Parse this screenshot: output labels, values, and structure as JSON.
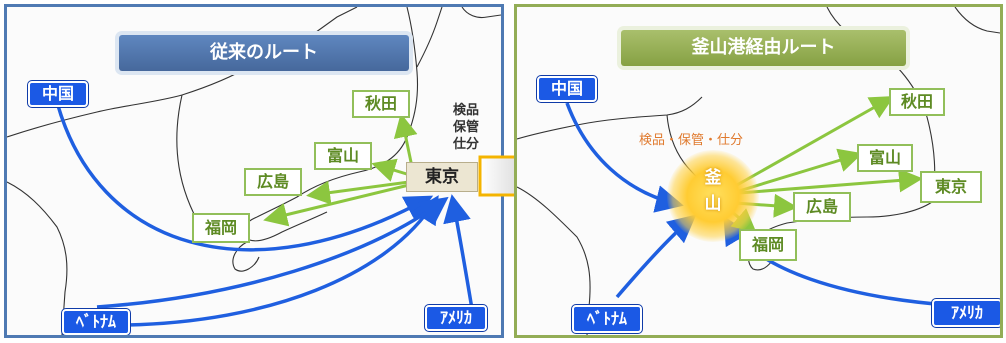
{
  "left_panel": {
    "title": "従来のルート",
    "origins": {
      "china": "中国",
      "vietnam": "ﾍﾞﾄﾅﾑ",
      "america": "ｱﾒﾘｶ"
    },
    "hub": "東京",
    "hub_note": "検品\n保管\n仕分",
    "destinations": {
      "akita": "秋田",
      "toyama": "富山",
      "hiroshima": "広島",
      "fukuoka": "福岡"
    }
  },
  "right_panel": {
    "title": "釜山港経由ルート",
    "origins": {
      "china": "中国",
      "vietnam": "ﾍﾞﾄﾅﾑ",
      "america": "ｱﾒﾘｶ"
    },
    "hub": "釜\n山",
    "hub_note": "検品・保管・仕分",
    "destinations": {
      "akita": "秋田",
      "toyama": "富山",
      "tokyo": "東京",
      "hiroshima": "広島",
      "fukuoka": "福岡"
    }
  },
  "colors": {
    "blue_border": "#4f7ab3",
    "green_border": "#93ad56",
    "route_blue": "#1f5fe0",
    "route_green": "#8cc63f"
  }
}
